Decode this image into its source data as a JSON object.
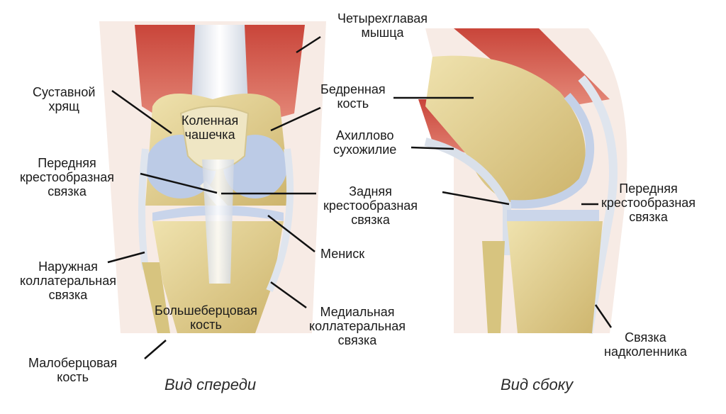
{
  "labels": {
    "quadriceps": "Четырехглавая\nмышца",
    "cartilage": "Суставной\nхрящ",
    "patella": "Коленная\nчашечка",
    "femur": "Бедренная\nкость",
    "achilles": "Ахиллово\nсухожилие",
    "acl_front": "Передняя\nкрестообразная\nсвязка",
    "pcl": "Задняя\nкрестообразная\nсвязка",
    "acl_side": "Передняя\nкрестообразная\nсвязка",
    "meniscus": "Мениск",
    "lcl": "Наружная\nколлатеральная\nсвязка",
    "tibia": "Большеберцовая\nкость",
    "mcl": "Медиальная\nколлатеральная\nсвязка",
    "patellar_lig": "Связка\nнадколенника",
    "fibula": "Малоберцовая\nкость"
  },
  "views": {
    "front": "Вид спереди",
    "side": "Вид сбоку"
  },
  "colors": {
    "muscle": "#d9574a",
    "bone": "#e4d49a",
    "bone_dark": "#c9b26a",
    "cartilage": "#b7c8e4",
    "ligament": "#e6ebf2",
    "skin": "#f6e6de",
    "line": "#111111"
  }
}
